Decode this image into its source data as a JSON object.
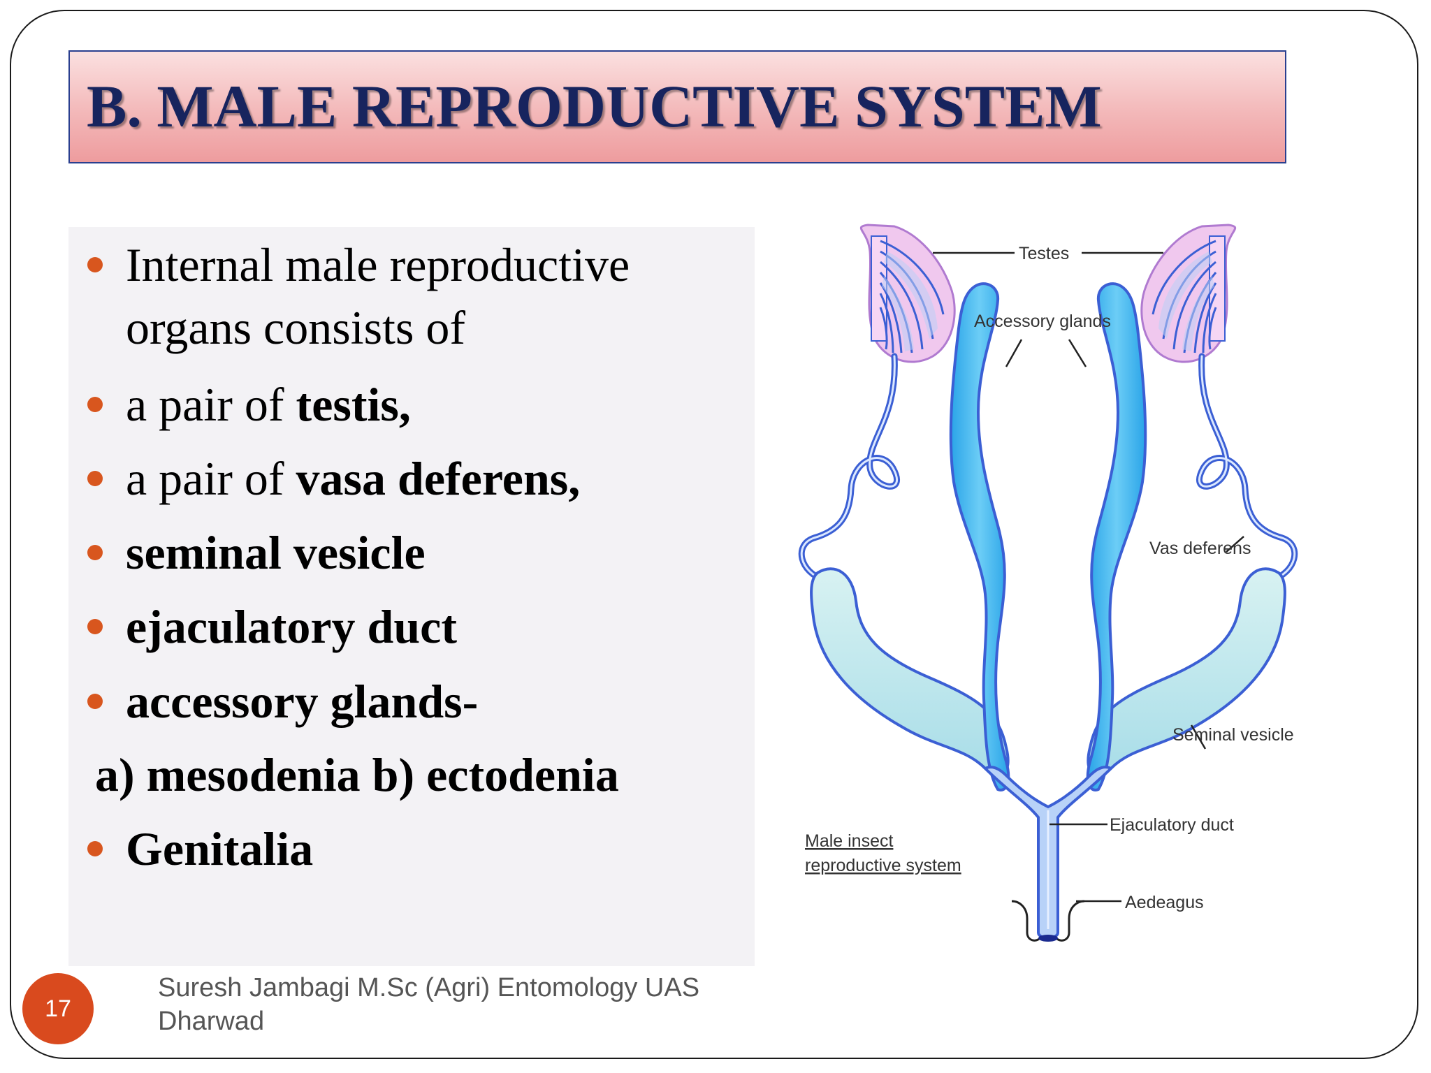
{
  "title": "B. MALE REPRODUCTIVE SYSTEM",
  "bullets": [
    {
      "plain": "Internal male reproductive",
      "bold": ""
    },
    {
      "plain": "organs consists of",
      "bold": ""
    },
    {
      "plain": "a pair of ",
      "bold": "testis,"
    },
    {
      "plain": "a pair of ",
      "bold": "vasa deferens,"
    },
    {
      "plain": "",
      "bold": "seminal vesicle"
    },
    {
      "plain": "",
      "bold": "ejaculatory duct"
    },
    {
      "plain": "",
      "bold": "accessory glands-"
    },
    {
      "plain": "",
      "bold": "a) mesodenia b) ectodenia"
    },
    {
      "plain": "",
      "bold": "Genitalia"
    }
  ],
  "diagram": {
    "labels": {
      "testes": "Testes",
      "accessory_glands": "Accessory glands",
      "vas_deferens": "Vas deferens",
      "seminal_vesicle": "Seminal vesicle",
      "ejaculatory_duct": "Ejaculatory duct",
      "aedeagus": "Aedeagus",
      "caption_line1": "Male insect",
      "caption_line2": "reproductive system"
    },
    "colors": {
      "duct_stroke": "#3b5fd4",
      "accessory_fill": "#3fb4ec",
      "vesicle_fill": "#bfe8ec",
      "testis_fill": "#f0c8ee",
      "testis_stroke": "#b07ad0"
    }
  },
  "footer": {
    "page_number": "17",
    "author_line1": "Suresh Jambagi M.Sc (Agri) Entomology UAS",
    "author_line2": "Dharwad"
  }
}
